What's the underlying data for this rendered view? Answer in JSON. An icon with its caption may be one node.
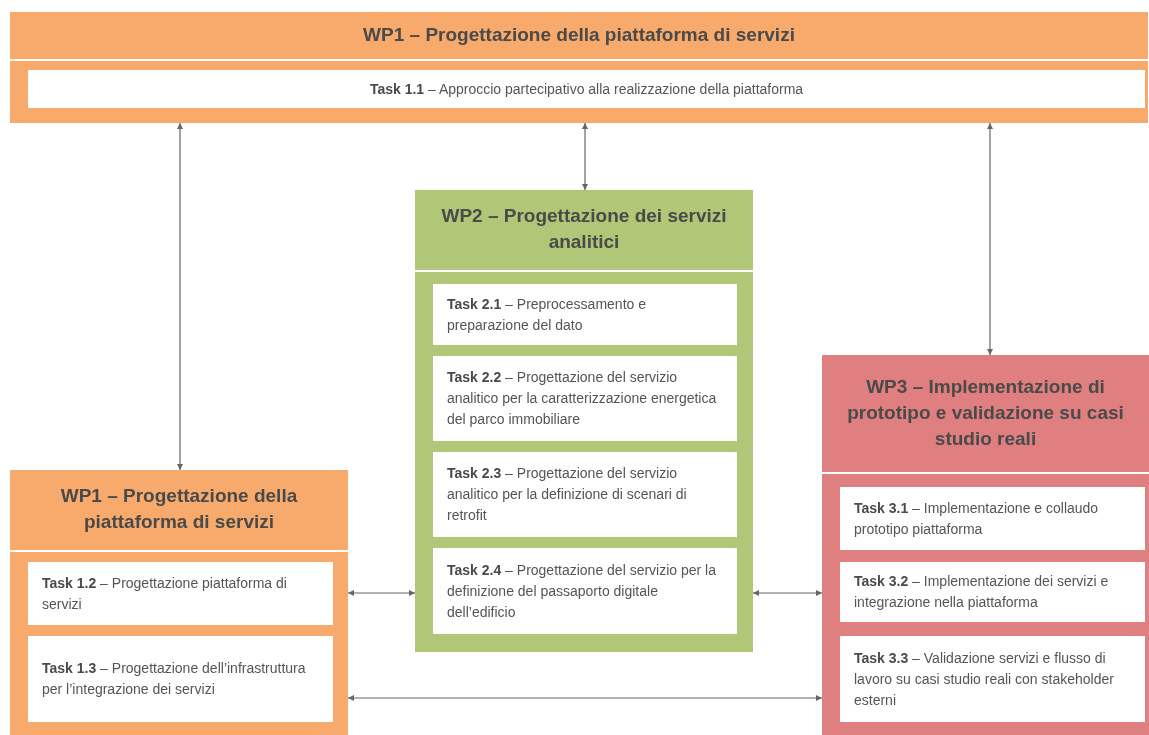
{
  "diagram": {
    "nodes": [
      {
        "text": [
          "WP1 – Progettazione della piattaforma di servizi"
        ]
      },
      {
        "text": [
          "**Task 1.1** – Approccio partecipativo alla realizzazione della piattaforma"
        ],
        "in": 0
      },
      {
        "text": [
          "WP2 – Progettazione dei servizi analitici"
        ]
      },
      {
        "text": [
          "**Task 2.1** – Preprocessamento e preparazione del dato"
        ],
        "in": 2
      },
      {
        "text": [
          "**Task 2.2** – Progettazione del servizio analitico per la caratterizzazione energetica del parco immobiliare"
        ],
        "in": 2
      },
      {
        "text": [
          "**Task 2.3** – Progettazione del servizio analitico per la definizione di scenari di retrofit"
        ],
        "in": 2
      },
      {
        "text": [
          "**Task 2.4** – Progettazione del servizio per la definizione del passaporto digitale dell’edificio"
        ],
        "in": 2
      },
      {
        "text": [
          "WP3 – Implementazione di prototipo e validazione su casi studio reali"
        ]
      },
      {
        "text": [
          "**Task 3.1** – Implementazione e collaudo prototipo piattaforma"
        ],
        "in": 7
      },
      {
        "text": [
          "**Task 3.2** – Implementazione dei servizi e integrazione nella piattaforma"
        ],
        "in": 7
      },
      {
        "text": [
          "**Task 3.3** – Validazione servizi e flusso di lavoro su casi studio reali con stakeholder esterni"
        ],
        "in": 7
      },
      {
        "text": [
          "WP1 – Progettazione della piattaforma di servizi"
        ]
      },
      {
        "text": [
          "**Task 1.2** – Progettazione piattaforma di servizi"
        ],
        "in": 11
      },
      {
        "text": [
          "**Task 1.3** – Progettazione dell’infrastruttura per l’integrazione dei servizi"
        ],
        "in": 11
      }
    ],
    "edges": [
      {
        "from": 0,
        "to": 11,
        "arrow": "both"
      },
      {
        "from": 0,
        "to": 2,
        "arrow": "both"
      },
      {
        "from": 0,
        "to": 7,
        "arrow": "both"
      },
      {
        "from": 11,
        "to": 2,
        "arrow": "both"
      },
      {
        "from": 2,
        "to": 7,
        "arrow": "both"
      },
      {
        "from": 11,
        "to": 7,
        "arrow": "both"
      }
    ]
  }
}
